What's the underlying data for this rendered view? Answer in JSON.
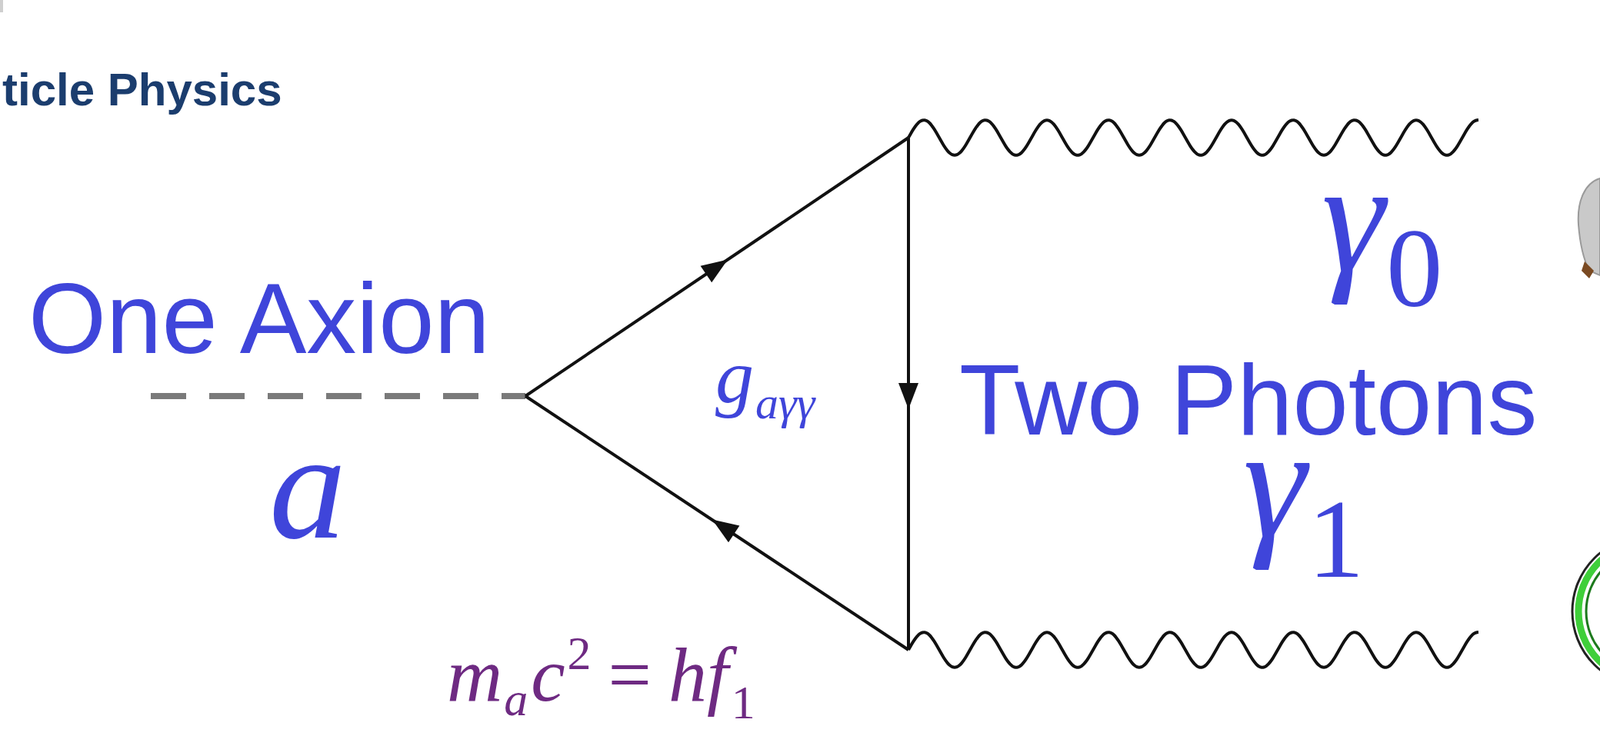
{
  "diagram": {
    "labels": [
      "ticle Physics",
      "One Axion",
      "a",
      "g",
      "aγγ",
      "Two Photons",
      "γ",
      "0",
      "γ",
      "1",
      "m",
      "a",
      "c",
      "2",
      "=",
      "hf",
      "1"
    ]
  }
}
